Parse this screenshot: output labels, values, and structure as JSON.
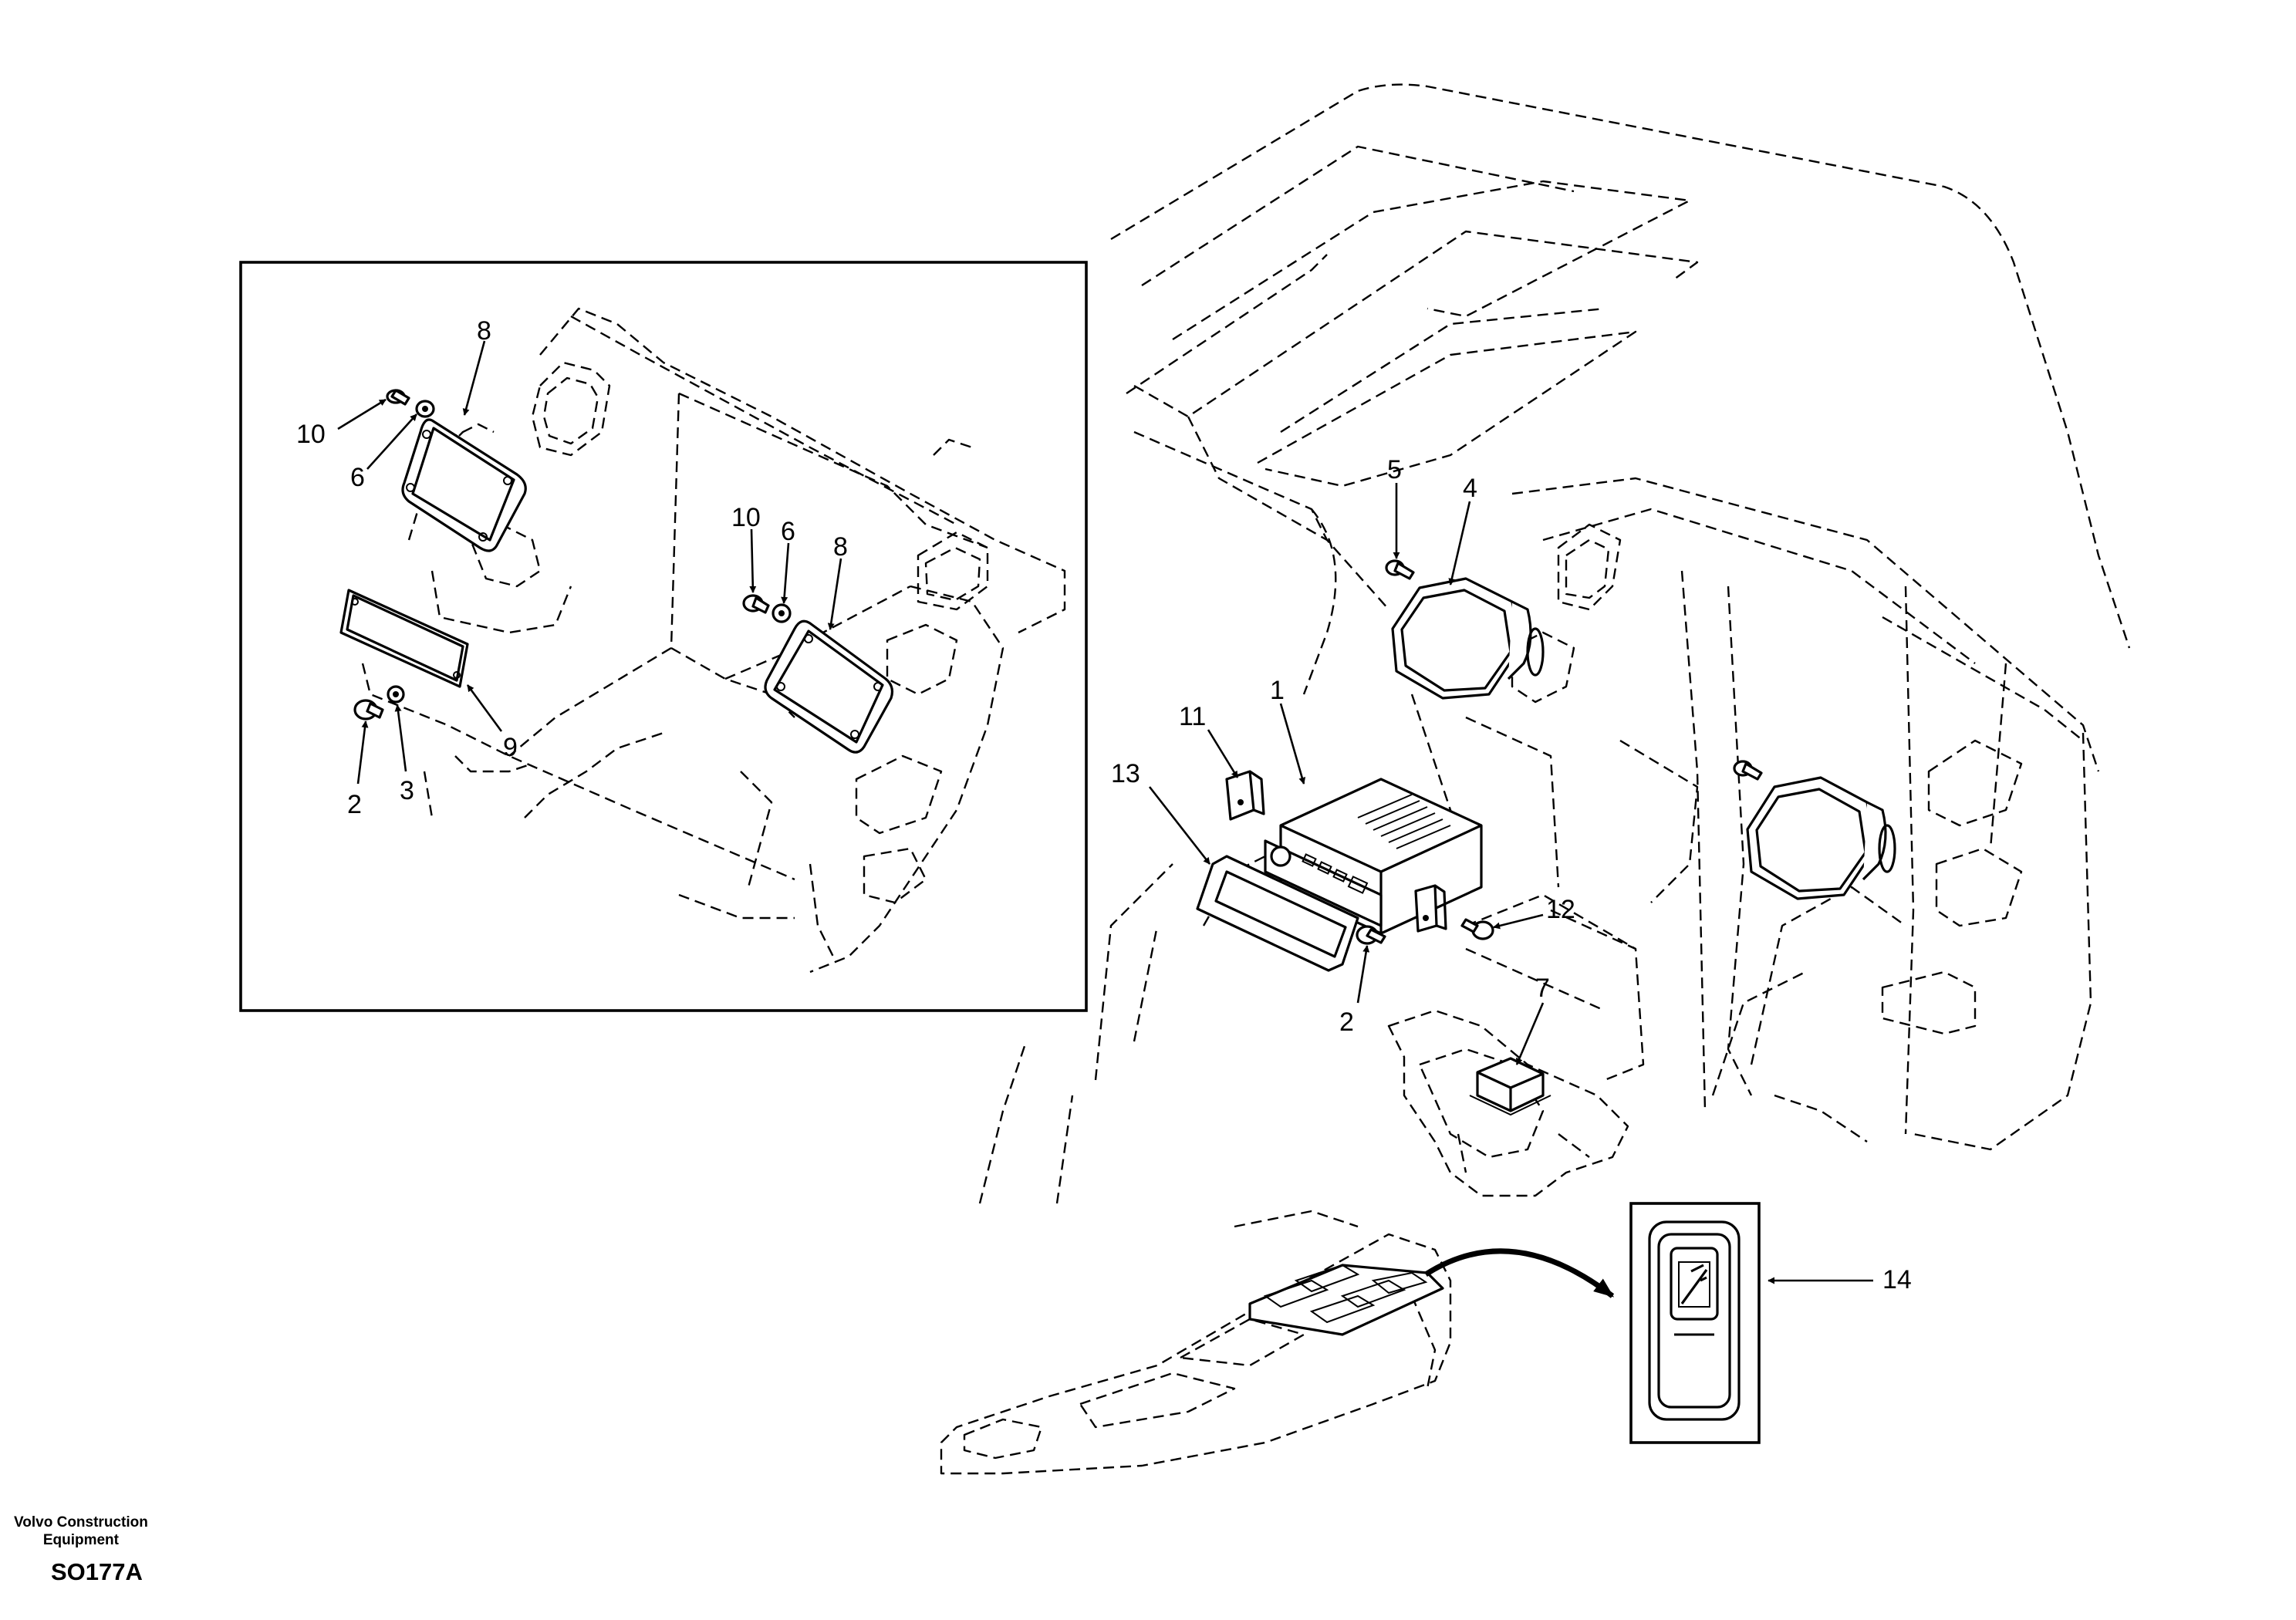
{
  "callouts": {
    "inset_8_top": "8",
    "inset_10_left": "10",
    "inset_6_left": "6",
    "inset_10_right": "10",
    "inset_6_right": "6",
    "inset_8_right": "8",
    "inset_9": "9",
    "inset_2": "2",
    "inset_3": "3",
    "main_5": "5",
    "main_4": "4",
    "main_1": "1",
    "main_11": "11",
    "main_13": "13",
    "main_12": "12",
    "main_2": "2",
    "main_7": "7",
    "main_14": "14"
  },
  "footer": {
    "brand_line1": "Volvo Construction",
    "brand_line2": "Equipment",
    "drawing_code": "SO177A"
  }
}
